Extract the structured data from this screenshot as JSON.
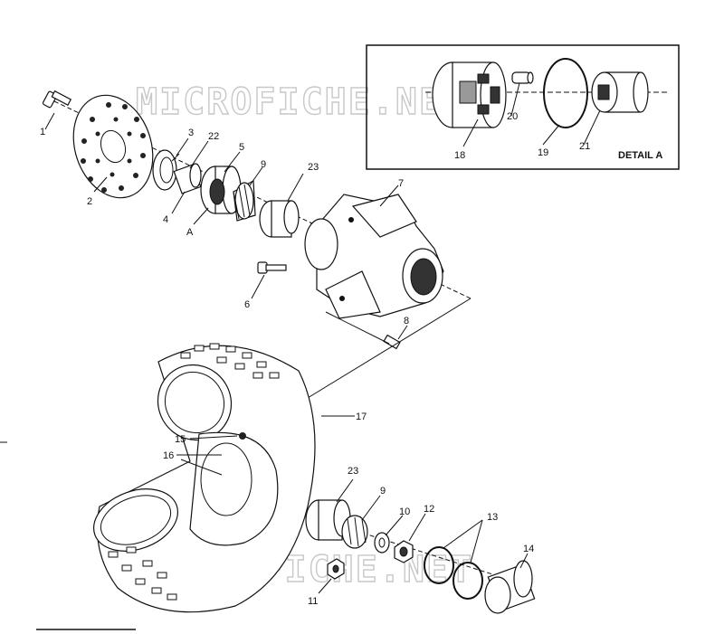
{
  "watermark": {
    "top": "MICROFICHE.NET",
    "bottom": "MICROFICHE.NET"
  },
  "detail": {
    "title": "DETAIL A"
  },
  "callouts": {
    "p1": "1",
    "p2": "2",
    "p3": "3",
    "p4": "4",
    "p5": "5",
    "p6": "6",
    "p7": "7",
    "p8": "8",
    "p9a": "9",
    "p9b": "9",
    "p10": "10",
    "p11": "11",
    "p12": "12",
    "p13": "13",
    "p14": "14",
    "p15": "15",
    "p16": "16",
    "p17": "17",
    "p18": "18",
    "p19": "19",
    "p20": "20",
    "p21": "21",
    "p22": "22",
    "p23a": "23",
    "p23b": "23",
    "pA": "A"
  }
}
